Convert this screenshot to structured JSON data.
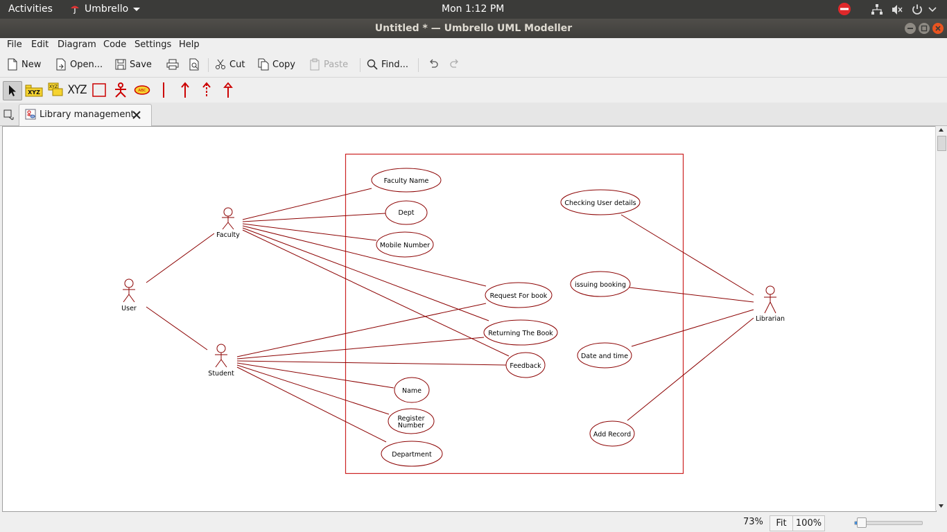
{
  "system": {
    "activities": "Activities",
    "app_name": "Umbrello",
    "clock": "Mon  1:12 PM"
  },
  "window": {
    "title": "Untitled * — Umbrello UML Modeller"
  },
  "menu": [
    "File",
    "Edit",
    "Diagram",
    "Code",
    "Settings",
    "Help"
  ],
  "toolbar": {
    "new": "New",
    "open": "Open...",
    "save": "Save",
    "cut": "Cut",
    "copy": "Copy",
    "paste": "Paste",
    "find": "Find..."
  },
  "diagram_tools": {
    "xyz_label": "XYZ",
    "ellipse_label": "ABC"
  },
  "tab": {
    "label": "Library management"
  },
  "diagram": {
    "actors": {
      "user": "User",
      "faculty": "Faculty",
      "student": "Student",
      "librarian": "Librarian"
    },
    "usecases": {
      "faculty_name": "Faculty Name",
      "dept": "Dept",
      "mobile_number": "Mobile Number",
      "request_for_book": "Request For book",
      "returning_the_book": "Returning The Book",
      "feedback": "Feedback",
      "name": "Name",
      "register_number_1": "Register",
      "register_number_2": "Number",
      "department": "Department",
      "checking_user_details": "Checking User details",
      "issuing_booking": "issuing booking",
      "date_and_time": "Date and time",
      "add_record": "Add Record"
    },
    "line_color": "#8b0000",
    "boundary_color": "#cc2222"
  },
  "status": {
    "zoom_percent": "73%",
    "fit": "Fit",
    "hundred": "100%",
    "zoom_slider_fraction": 0.1
  },
  "colors": {
    "top_bar": "#3b3b39",
    "accent_red": "#cc0000"
  }
}
